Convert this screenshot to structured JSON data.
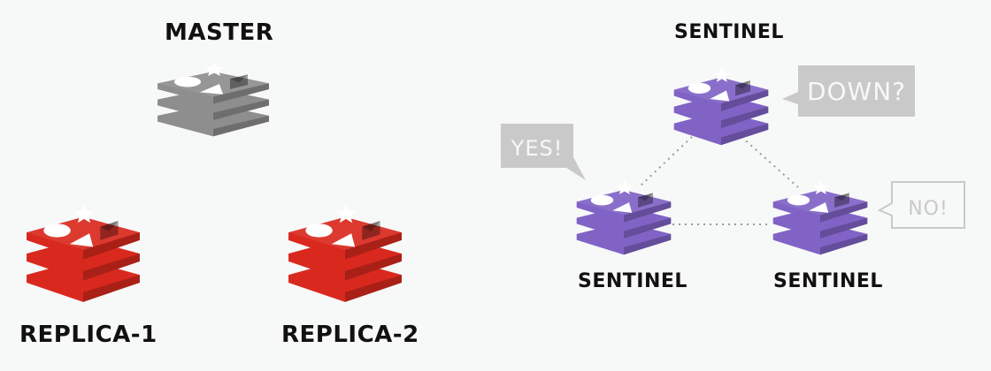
{
  "master": {
    "label": "MASTER",
    "color": "#8e8e8e"
  },
  "replicas": [
    {
      "label": "REPLICA-1",
      "color": "#d9291e"
    },
    {
      "label": "REPLICA-2",
      "color": "#d9291e"
    }
  ],
  "sentinels": [
    {
      "label": "SENTINEL",
      "color": "#8163c6"
    },
    {
      "label": "SENTINEL",
      "color": "#8163c6"
    },
    {
      "label": "SENTINEL",
      "color": "#8163c6"
    }
  ],
  "bubbles": {
    "top": "DOWN?",
    "left": "YES!",
    "right": "NO!"
  },
  "colors": {
    "background": "#f7f8f8",
    "bubble_fill": "#c9c9c9",
    "link_line": "#999999"
  }
}
